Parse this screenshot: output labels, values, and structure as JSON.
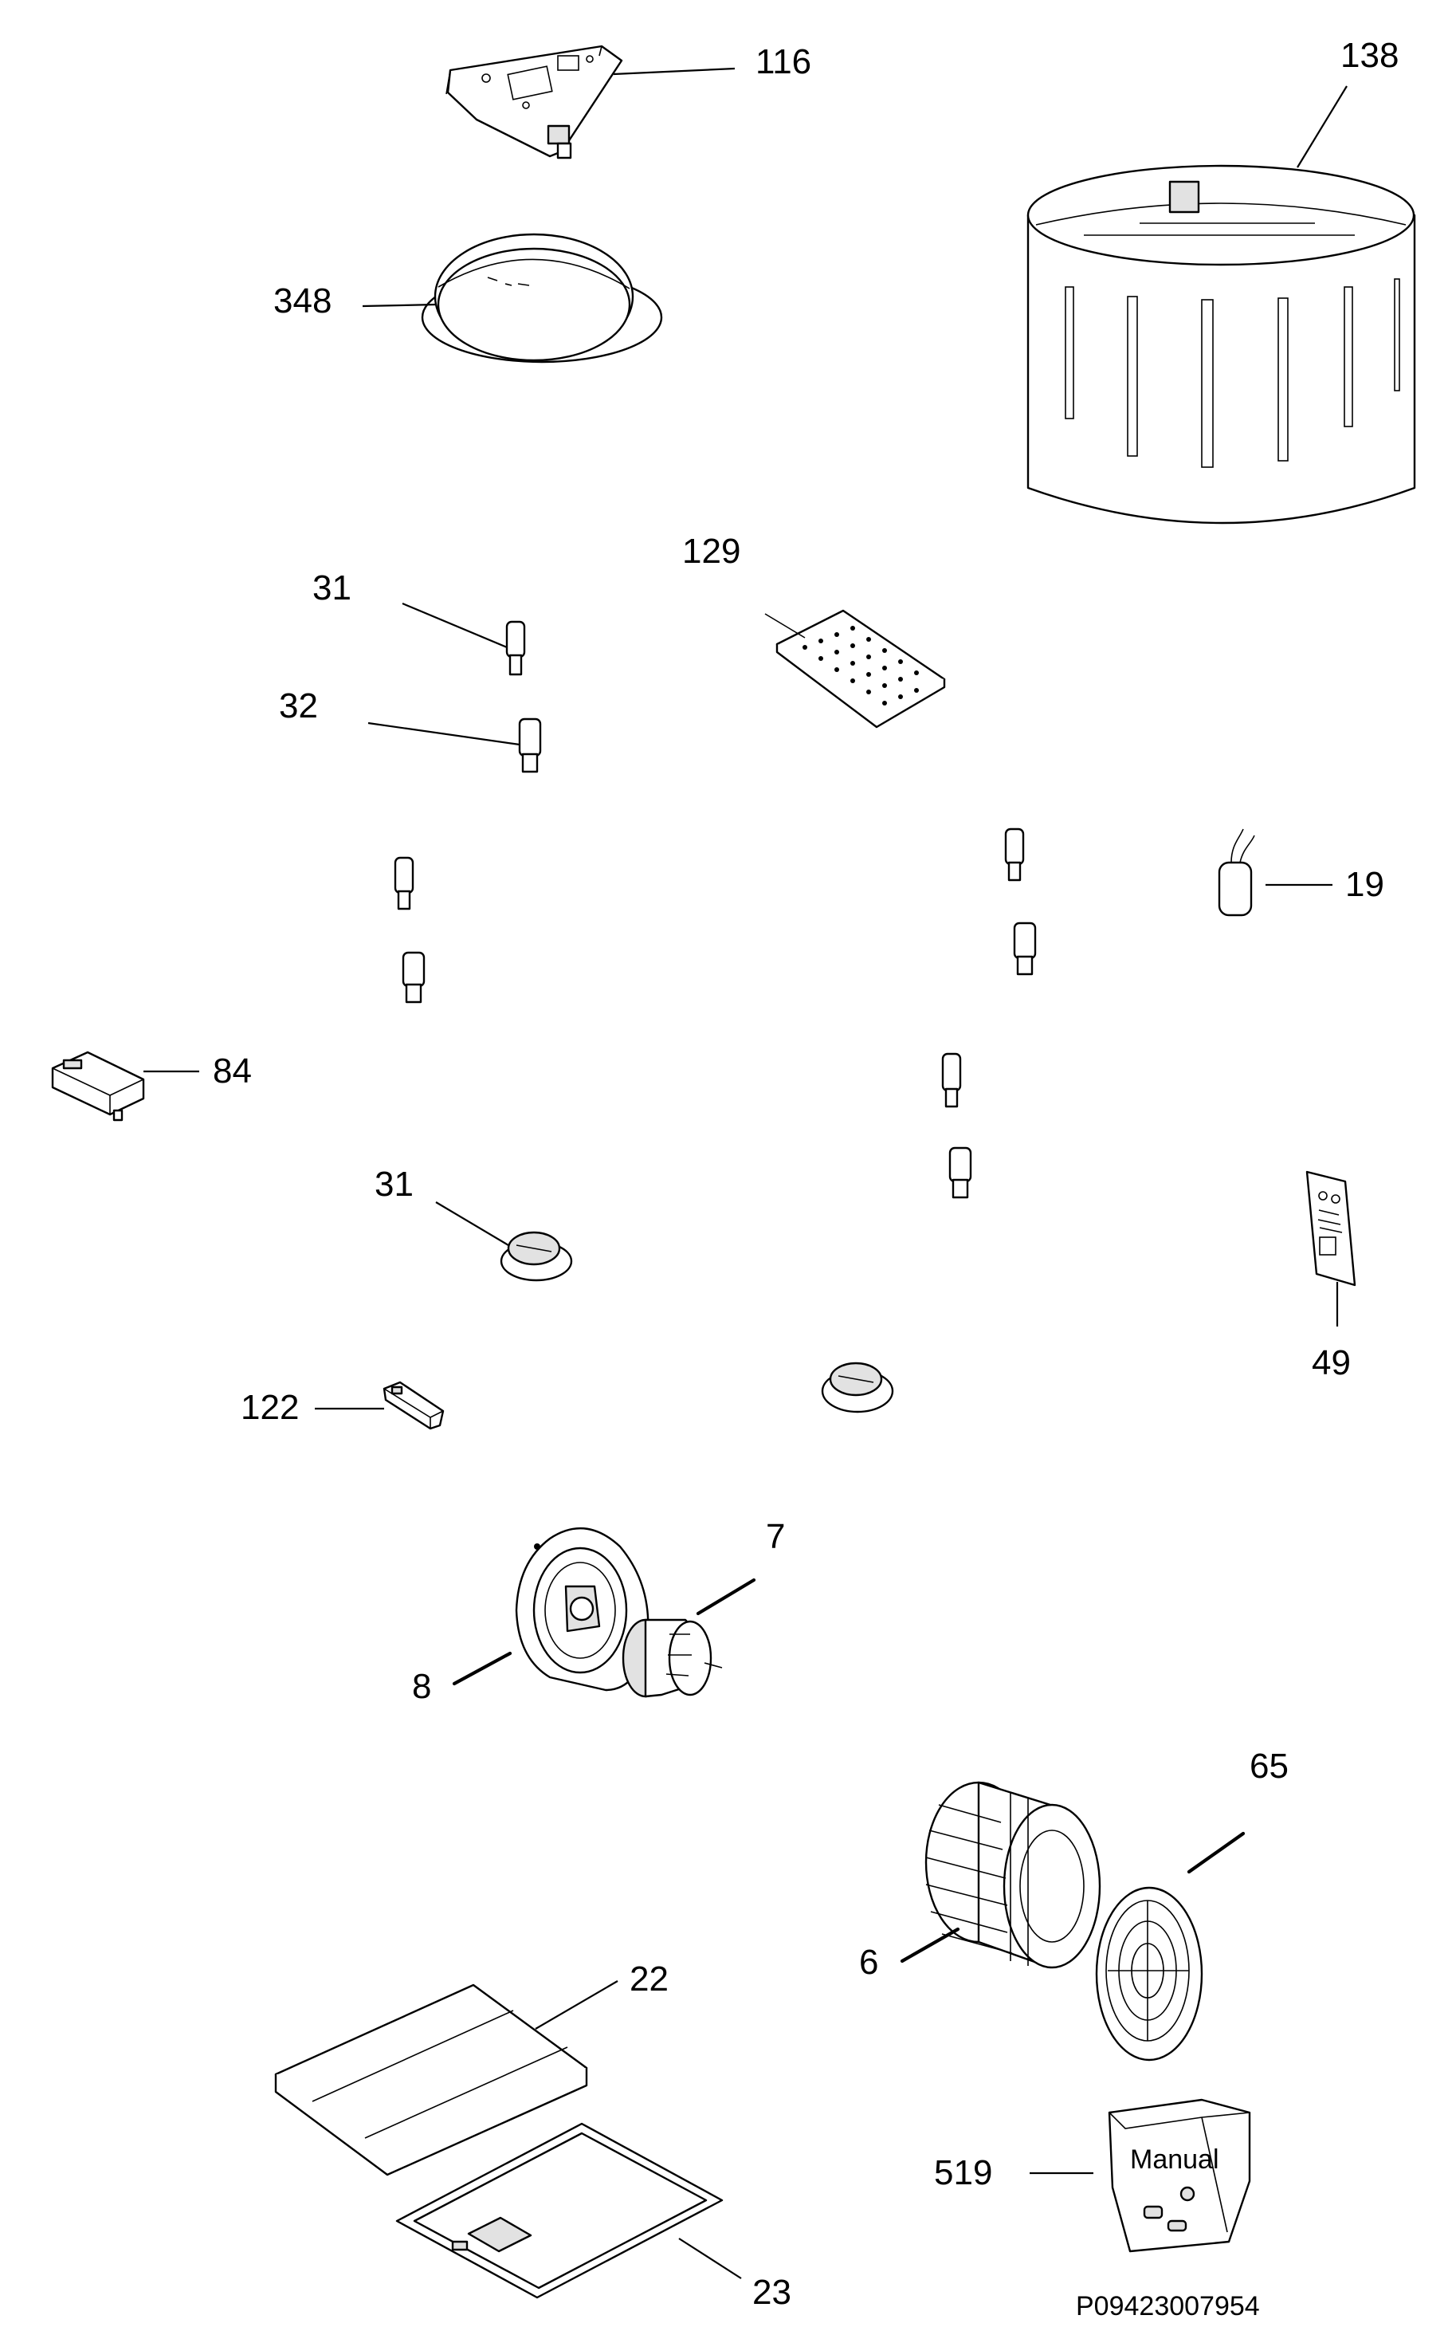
{
  "diagram": {
    "drawing_code": "P09423007954",
    "callouts": [
      {
        "id": "116",
        "text": "116"
      },
      {
        "id": "138",
        "text": "138"
      },
      {
        "id": "348",
        "text": "348"
      },
      {
        "id": "129",
        "text": "129"
      },
      {
        "id": "31a",
        "text": "31"
      },
      {
        "id": "32",
        "text": "32"
      },
      {
        "id": "19",
        "text": "19"
      },
      {
        "id": "84",
        "text": "84"
      },
      {
        "id": "31b",
        "text": "31"
      },
      {
        "id": "49",
        "text": "49"
      },
      {
        "id": "122",
        "text": "122"
      },
      {
        "id": "7",
        "text": "7"
      },
      {
        "id": "8",
        "text": "8"
      },
      {
        "id": "65",
        "text": "65"
      },
      {
        "id": "6",
        "text": "6"
      },
      {
        "id": "22",
        "text": "22"
      },
      {
        "id": "519",
        "text": "519"
      },
      {
        "id": "23",
        "text": "23"
      }
    ],
    "bag_text": "Manual"
  }
}
